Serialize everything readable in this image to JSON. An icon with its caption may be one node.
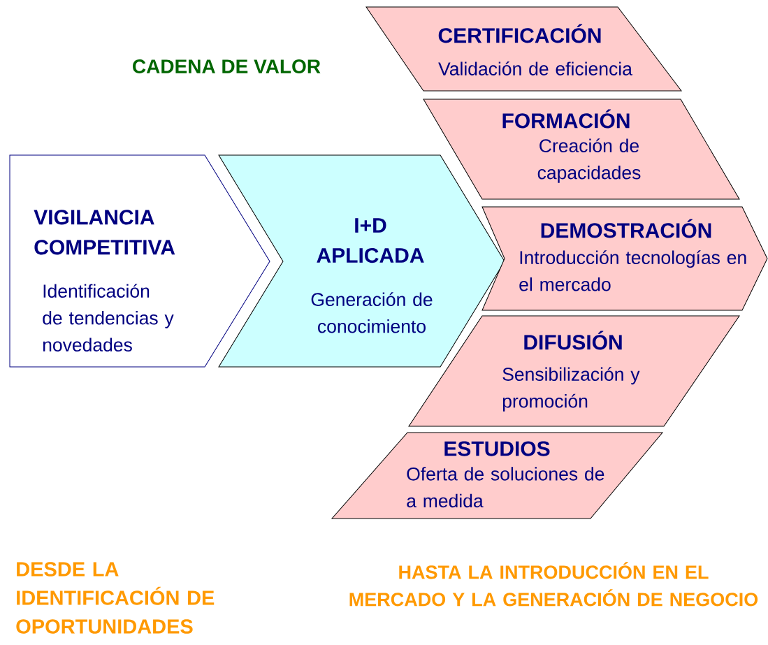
{
  "diagram": {
    "title": "CADENA DE VALOR",
    "nodes": [
      {
        "text": [
          "VIGILANCIA COMPETITIVA",
          "Identificación de tendencias y novedades"
        ]
      },
      {
        "text": [
          "I+D APLICADA",
          "Generación de conocimiento"
        ]
      },
      {
        "text": [
          "CERTIFICACIÓN",
          "Validación de eficiencia"
        ]
      },
      {
        "text": [
          "FORMACIÓN",
          "Creación de capacidades"
        ]
      },
      {
        "text": [
          "DEMOSTRACIÓN",
          "Introducción tecnologías en el mercado"
        ]
      },
      {
        "text": [
          "DIFUSIÓN",
          "Sensibilización y promoción"
        ]
      },
      {
        "text": [
          "ESTUDIOS",
          "Oferta de soluciones de a medida"
        ]
      }
    ],
    "labels": [
      "DESDE LA IDENTIFICACIÓN DE OPORTUNIDADES",
      "HASTA LA INTRODUCCIÓN EN EL MERCADO Y LA GENERACIÓN DE NEGOCIO"
    ]
  }
}
